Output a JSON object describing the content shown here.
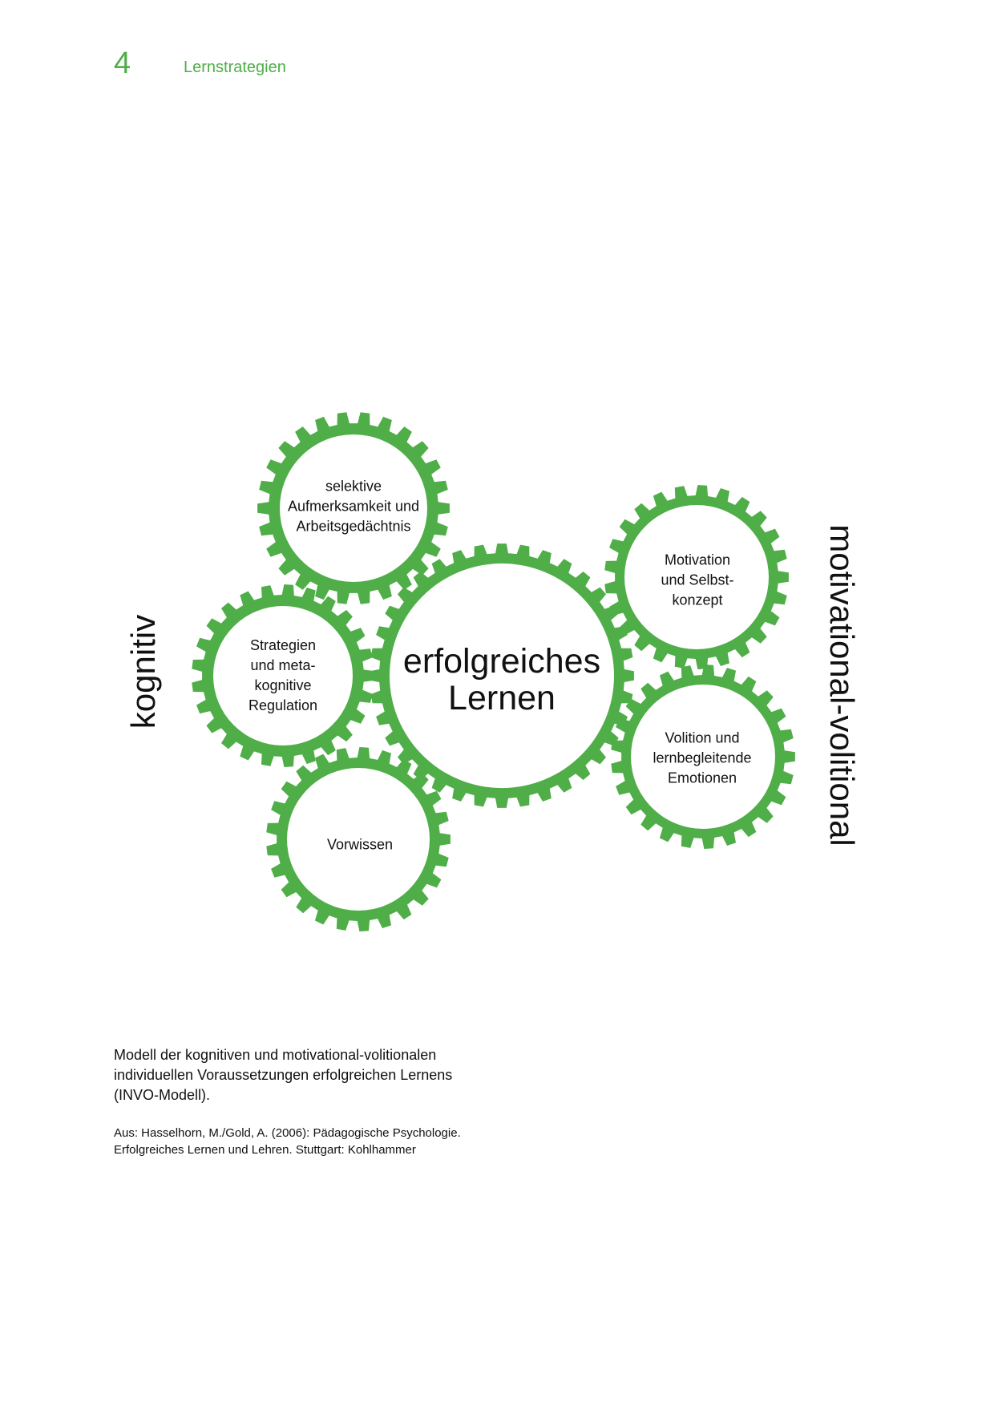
{
  "header": {
    "chapter_number": "4",
    "chapter_title": "Lernstrategien"
  },
  "diagram": {
    "accent_color": "#4fae48",
    "center": "erfolgreiches\nLernen",
    "gears": {
      "attention": "selektive\nAufmerksamkeit und\nArbeitsgedächtnis",
      "strategies": "Strategien\nund meta-\nkognitive\nRegulation",
      "knowledge": "Vorwissen",
      "motivation": "Motivation\nund Selbst-\nkonzept",
      "volition": "Volition und\nlernbegleitende\nEmotionen"
    },
    "left_label": "kognitiv",
    "right_label": "motivational-volitional"
  },
  "caption": "Modell der kognitiven und motivational-volitionalen individuellen Voraussetzungen erfolgreichen Lernens (INVO-Modell).",
  "source": "Aus: Hasselhorn, M./Gold, A. (2006): Pädagogische Psychologie. Erfolgreiches Lernen und Lehren. Stuttgart: Kohlhammer"
}
